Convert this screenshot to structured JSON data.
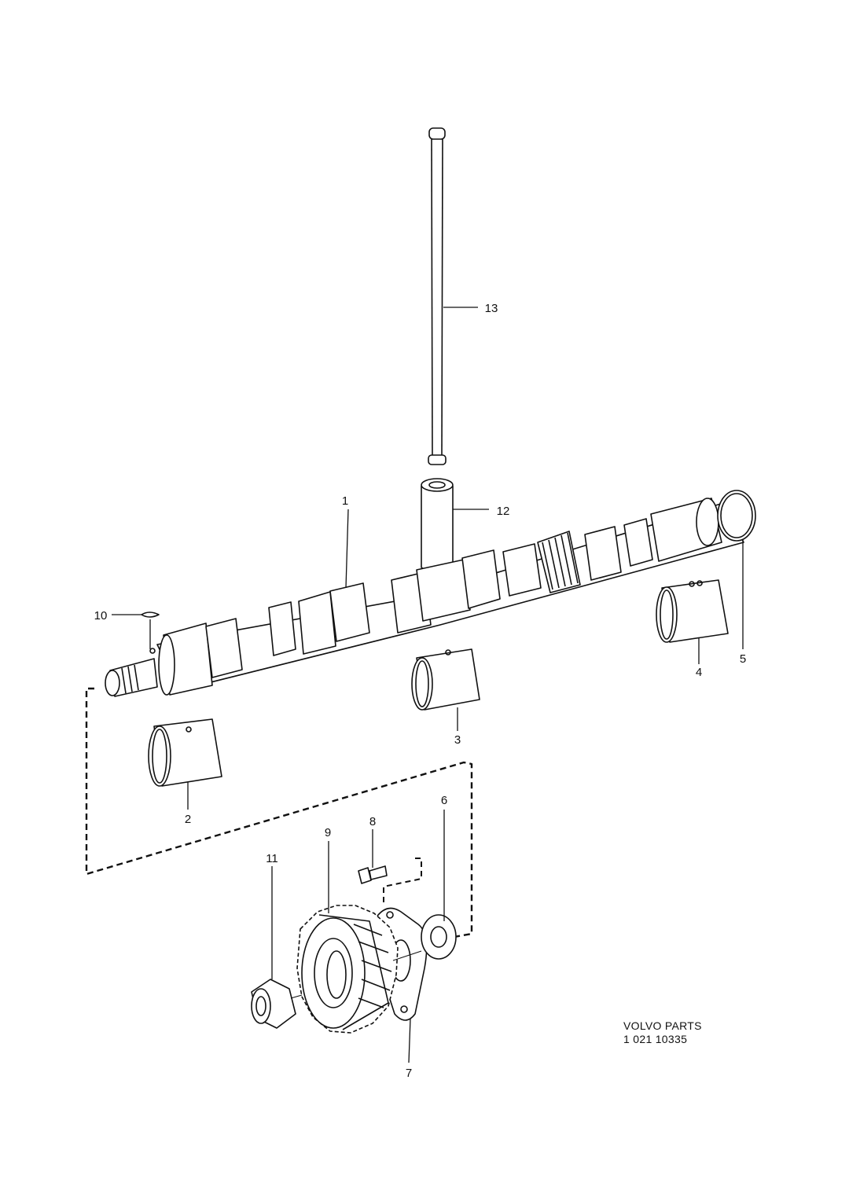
{
  "diagram": {
    "callouts": [
      {
        "id": "1",
        "label": "1"
      },
      {
        "id": "2",
        "label": "2"
      },
      {
        "id": "3",
        "label": "3"
      },
      {
        "id": "4",
        "label": "4"
      },
      {
        "id": "5",
        "label": "5"
      },
      {
        "id": "6",
        "label": "6"
      },
      {
        "id": "7",
        "label": "7"
      },
      {
        "id": "8",
        "label": "8"
      },
      {
        "id": "9",
        "label": "9"
      },
      {
        "id": "10",
        "label": "10"
      },
      {
        "id": "11",
        "label": "11"
      },
      {
        "id": "12",
        "label": "12"
      },
      {
        "id": "13",
        "label": "13"
      }
    ],
    "caption": {
      "brand": "VOLVO PARTS",
      "number": "1 021 10335"
    }
  }
}
